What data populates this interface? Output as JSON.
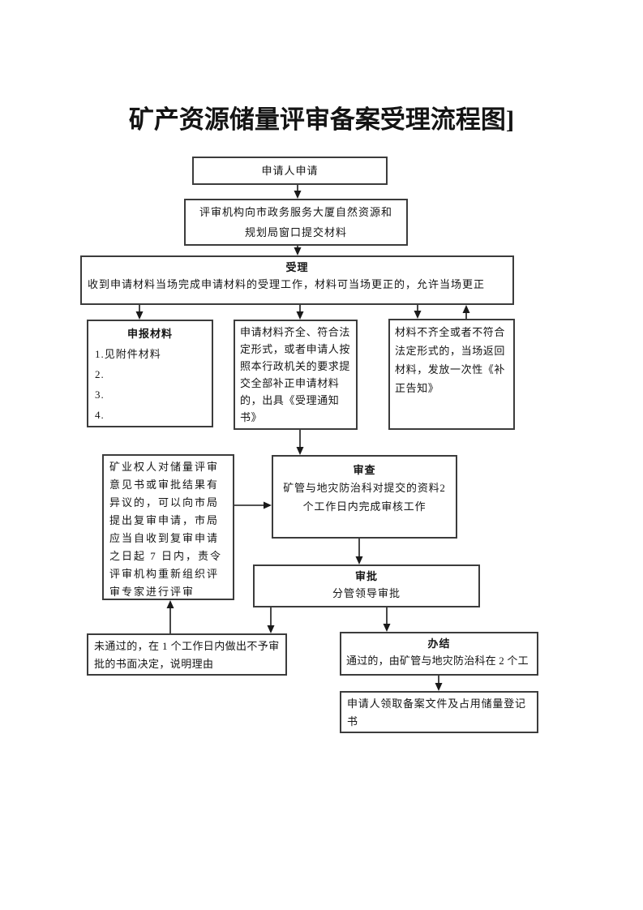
{
  "page": {
    "title": "矿产资源储量评审备案受理流程图]"
  },
  "nodes": {
    "apply": {
      "text": "申请人申请"
    },
    "submit": {
      "text": "评审机构向市政务服务大厦自然资源和规划局窗口提交材料"
    },
    "accept": {
      "title": "受理",
      "body": "收到申请材料当场完成申请材料的受理工作，材料可当场更正的，允许当场更正"
    },
    "materials": {
      "title": "申报材料",
      "items": [
        "1.见附件材料",
        "2.",
        "3.",
        "4."
      ]
    },
    "complete": {
      "text": "申请材料齐全、符合法定形式，或者申请人按照本行政机关的要求提交全部补正申请材料的，出具《受理通知书》"
    },
    "incomplete": {
      "text": "材料不齐全或者不符合法定形式的，当场返回材料，发放一次性《补正告知》"
    },
    "objection": {
      "text": "矿业权人对储量评审意见书或审批结果有异议的，可以向市局提出复审申请，市局应当自收到复审申请之日起 7 日内，责令评审机构重新组织评审专家进行评审"
    },
    "examine": {
      "title": "审查",
      "body": "矿管与地灾防治科对提交的资料2个工作日内完成审核工作"
    },
    "approve": {
      "title": "审批",
      "body": "分管领导审批"
    },
    "reject": {
      "text": "未通过的，在 1 个工作日内做出不予审批的书面决定，说明理由"
    },
    "done": {
      "title": "办结",
      "body": "通过的，由矿管与地灾防治科在 2 个工"
    },
    "receive": {
      "text": "申请人领取备案文件及占用储量登记书"
    }
  },
  "colors": {
    "ink": "#141414",
    "box_border": "#3c3c3c",
    "background": "#ffffff"
  }
}
